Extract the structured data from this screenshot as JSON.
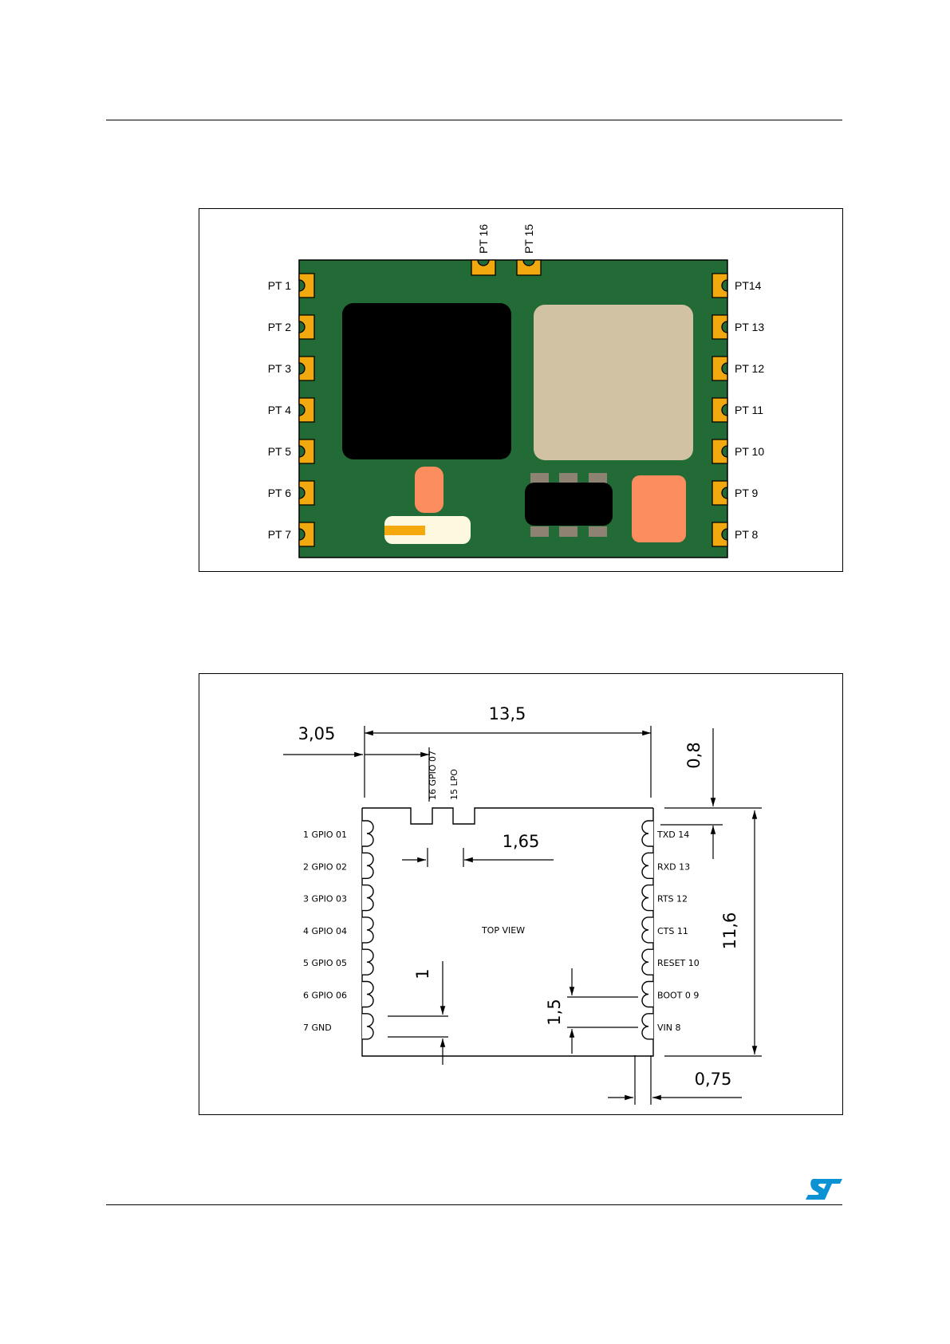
{
  "figure1": {
    "left_pins": [
      "PT 1",
      "PT 2",
      "PT 3",
      "PT 4",
      "PT 5",
      "PT 6",
      "PT 7"
    ],
    "right_pins": [
      "PT14",
      "PT 13",
      "PT 12",
      "PT 11",
      "PT 10",
      "PT 9",
      "PT 8"
    ],
    "top_pins": [
      "PT 16",
      "PT 15"
    ],
    "colors": {
      "board": "#236b36",
      "pad": "#f2a90f",
      "chip_black": "#000000",
      "shield": "#d1c2a4",
      "component_salmon": "#fb8d5f",
      "crystal_body": "#fdf9e0",
      "crystal_stripe": "#f5a90d",
      "ic_leg": "#8e8272"
    }
  },
  "figure2": {
    "left_pins": [
      "1 GPIO 01",
      "2 GPIO 02",
      "3 GPIO 03",
      "4 GPIO 04",
      "5 GPIO 05",
      "6 GPIO 06",
      "7 GND"
    ],
    "right_pins": [
      "TXD 14",
      "RXD 13",
      "RTS 12",
      "CTS 11",
      "RESET 10",
      "BOOT 0 9",
      "VIN 8"
    ],
    "top_pins": [
      "16 GPIO 07",
      "15 LPO"
    ],
    "center_label": "TOP VIEW",
    "dimensions": {
      "width": "13,5",
      "offset": "3,05",
      "height": "11,6",
      "top_gap": "0,8",
      "pitch_top": "1,65",
      "pad": "1",
      "pitch_side": "1,5",
      "edge": "0,75"
    }
  },
  "footer": {
    "logo_color": "#0a92d4"
  }
}
